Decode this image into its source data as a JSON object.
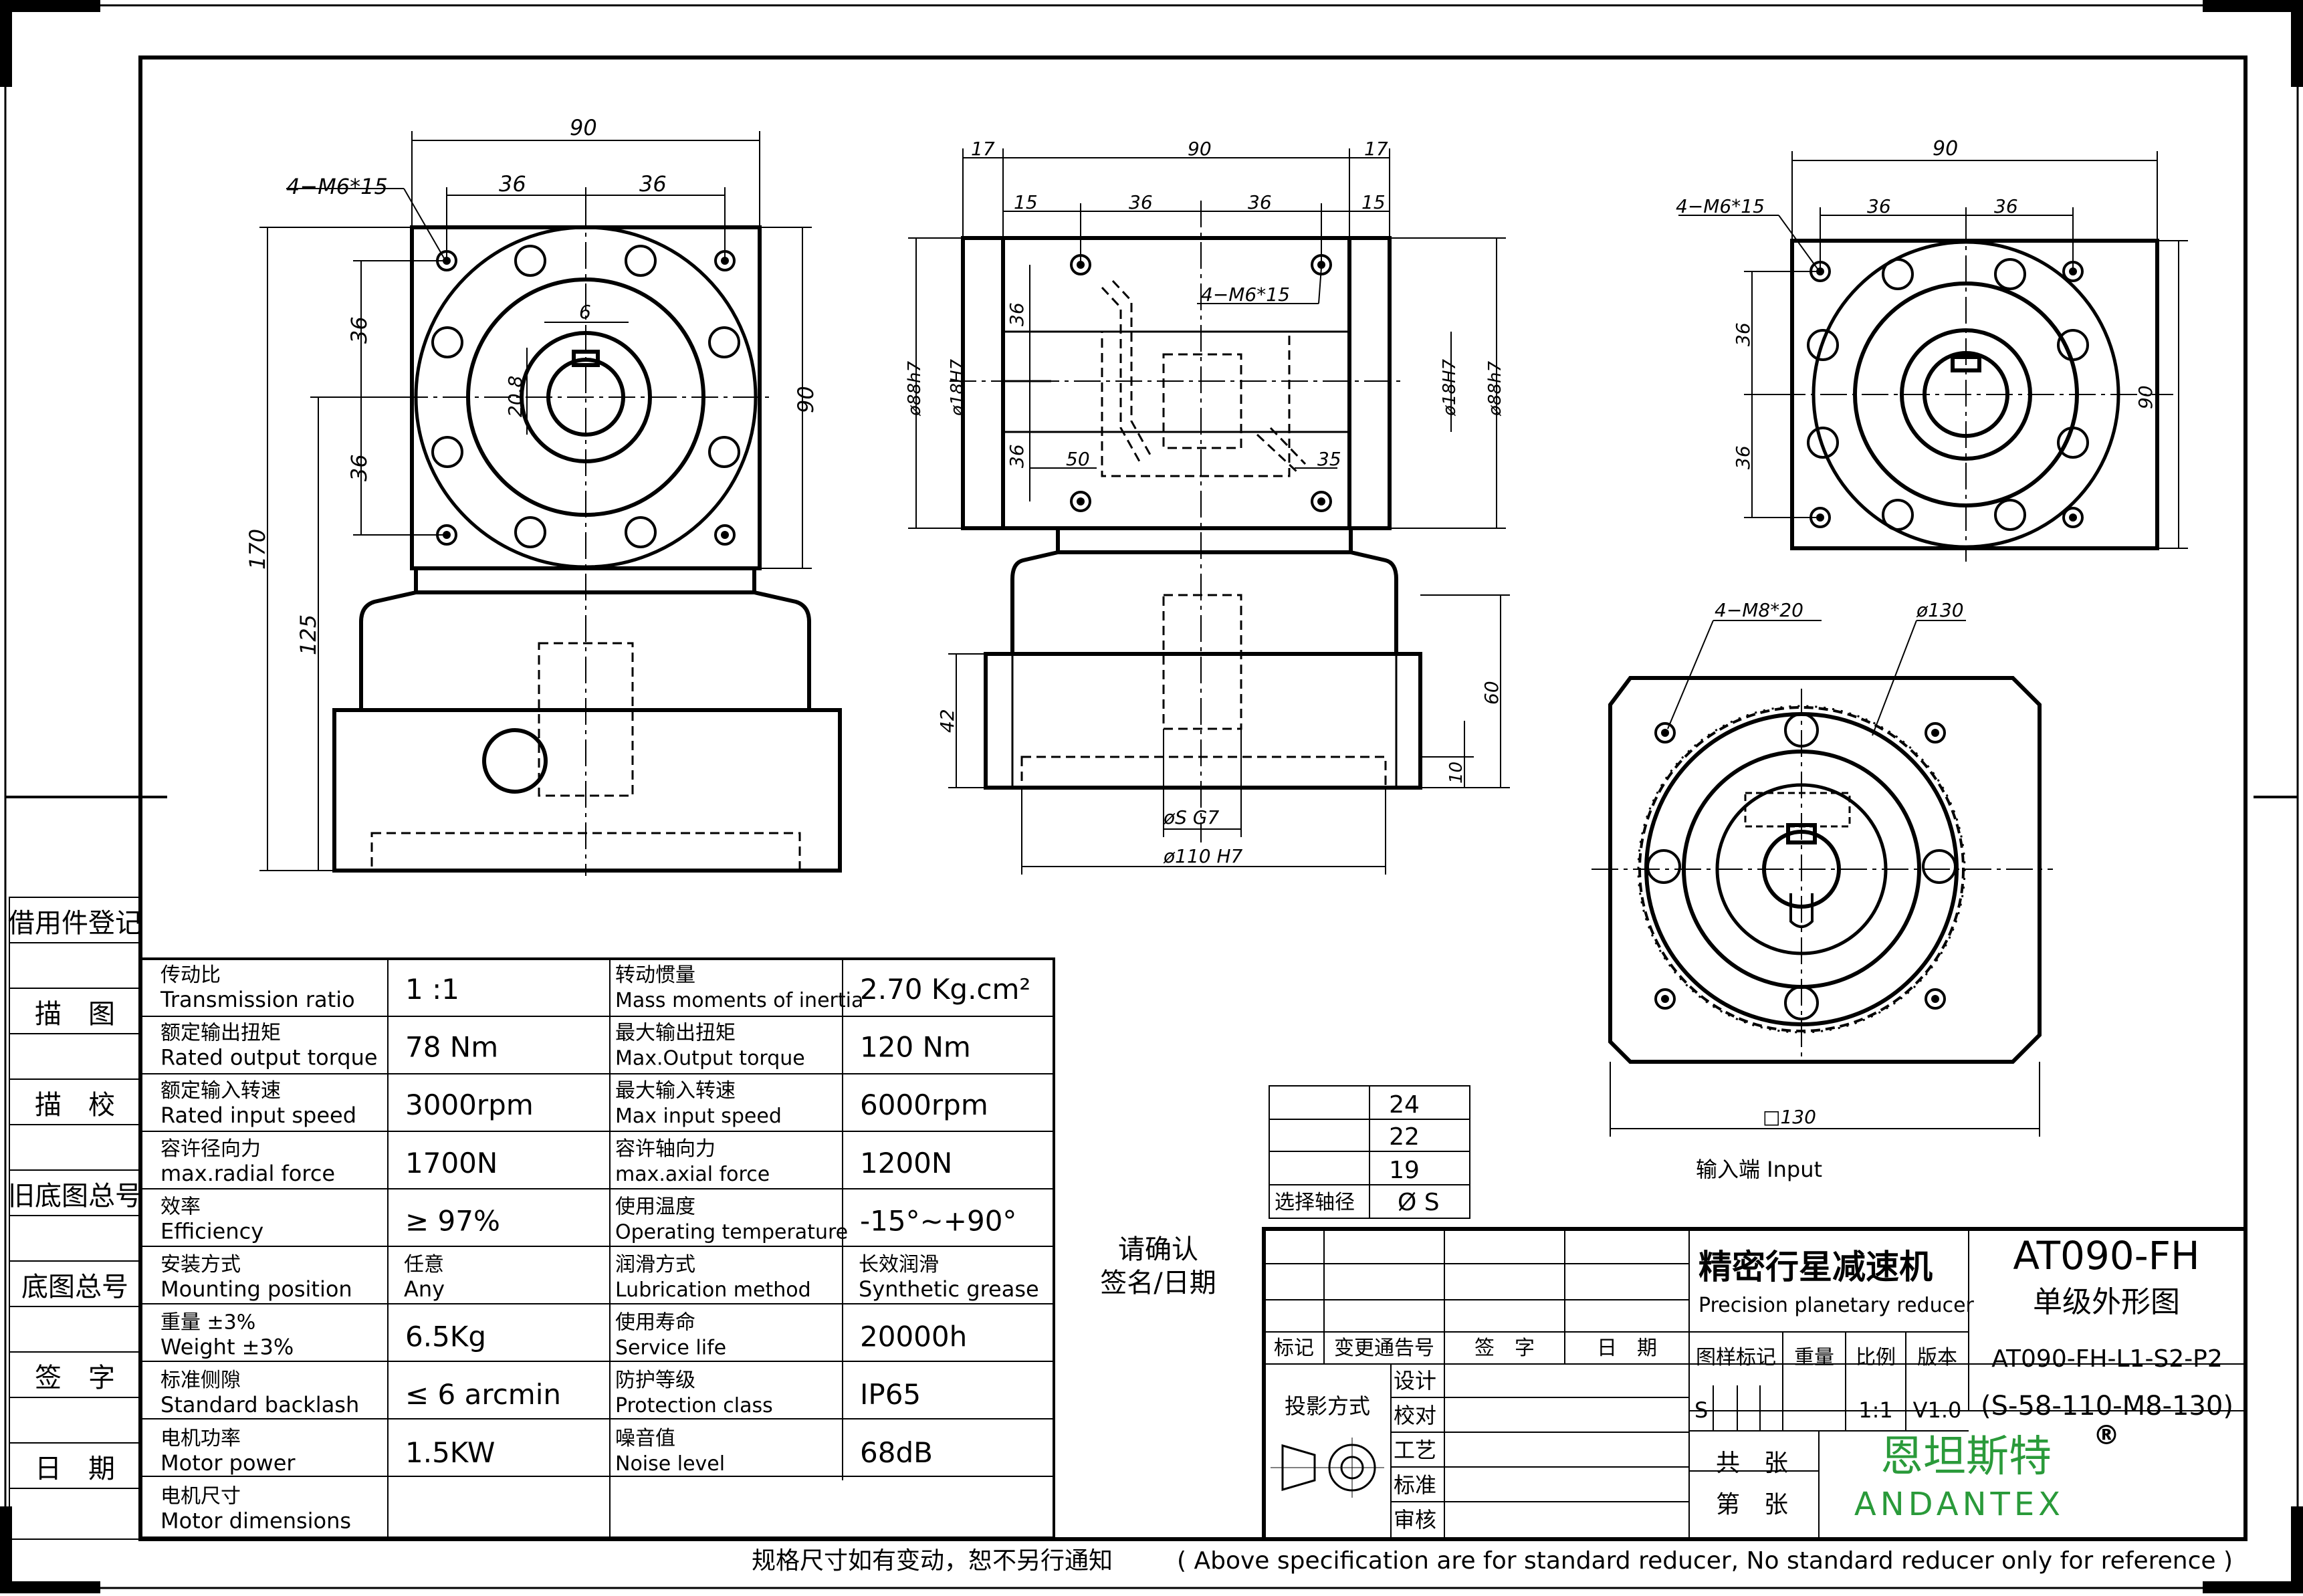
{
  "views": {
    "view1": {
      "d_90": "90",
      "d_36a": "36",
      "d_36b": "36",
      "d_4m6": "4−M6*15",
      "d_6": "6",
      "d_208": "20.8",
      "d_36c": "36",
      "d_36d": "36",
      "d_90r": "90",
      "d_170": "170",
      "d_125": "125"
    },
    "view2": {
      "d_17a": "17",
      "d_90": "90",
      "d_17b": "17",
      "d_15a": "15",
      "d_36a": "36",
      "d_36b": "36",
      "d_15b": "15",
      "d_4m6": "4−M6*15",
      "d_36c": "36",
      "d_36d": "36",
      "d_88a": "ø88h7",
      "d_18a": "ø18H7",
      "d_18b": "ø18H7",
      "d_88b": "ø88h7",
      "d_50": "50",
      "d_35": "35",
      "d_42": "42",
      "d_60": "60",
      "d_10": "10",
      "d_s": "øS  G7",
      "d_110": "ø110 H7"
    },
    "view3": {
      "d_90": "90",
      "d_4m6": "4−M6*15",
      "d_36a": "36",
      "d_36b": "36",
      "d_36c": "36",
      "d_36d": "36",
      "d_90r": "90"
    },
    "view4": {
      "d_4m8": "4−M8*20",
      "d_130": "ø130",
      "d_sq": "□130"
    }
  },
  "input_label": "输入端  Input",
  "shaft_table": {
    "rows": [
      "24",
      "22",
      "19"
    ],
    "label": "选择轴径",
    "value": "Ø S"
  },
  "left_panel": [
    "借用件登记",
    "描　图",
    "描　校",
    "旧底图总号",
    "底图总号",
    "签　字",
    "日　期"
  ],
  "specs": [
    {
      "l_cn": "传动比",
      "l_en": "Transmission ratio",
      "v1": "1 :1",
      "r_cn": "转动惯量",
      "r_en": "Mass moments of inertia",
      "v2": "2.70 Kg.cm²"
    },
    {
      "l_cn": "额定输出扭矩",
      "l_en": "Rated output torque",
      "v1": "78 Nm",
      "r_cn": "最大输出扭矩",
      "r_en": "Max.Output torque",
      "v2": "120 Nm"
    },
    {
      "l_cn": "额定输入转速",
      "l_en": "Rated input speed",
      "v1": "3000rpm",
      "r_cn": "最大输入转速",
      "r_en": "Max input speed",
      "v2": "6000rpm"
    },
    {
      "l_cn": "容许径向力",
      "l_en": "max.radial force",
      "v1": "1700N",
      "r_cn": "容许轴向力",
      "r_en": "max.axial  force",
      "v2": "1200N"
    },
    {
      "l_cn": "效率",
      "l_en": "Efficiency",
      "v1": "≥ 97%",
      "r_cn": "使用温度",
      "r_en": "Operating temperature",
      "v2": "-15°~+90°"
    },
    {
      "l_cn": "安装方式",
      "l_en": "Mounting position",
      "v1": "",
      "v1_cn": "任意",
      "v1_en": "Any",
      "r_cn": "润滑方式",
      "r_en": "Lubrication method",
      "v2": "",
      "v2_cn": "长效润滑",
      "v2_en": "Synthetic grease"
    },
    {
      "l_cn": "重量 ±3%",
      "l_en": "Weight ±3%",
      "v1": "6.5Kg",
      "r_cn": "使用寿命",
      "r_en": "Service life",
      "v2": "20000h"
    },
    {
      "l_cn": "标准侧隙",
      "l_en": "Standard backlash",
      "v1": "≤ 6 arcmin",
      "r_cn": "防护等级",
      "r_en": "Protection class",
      "v2": "IP65"
    },
    {
      "l_cn": "电机功率",
      "l_en": "Motor power",
      "v1": "1.5KW",
      "r_cn": "噪音值",
      "r_en": "Noise level",
      "v2": "68dB"
    },
    {
      "l_cn": "电机尺寸",
      "l_en": "Motor dimensions",
      "v1": "",
      "r_cn": "",
      "r_en": "",
      "v2": ""
    }
  ],
  "confirm": {
    "l1": "请确认",
    "l2": "签名/日期"
  },
  "title_block": {
    "name_cn": "精密行星减速机",
    "name_en": "Precision planetary reducer",
    "model": "AT090-FH",
    "model_sub": "单级外形图",
    "rev_headers": [
      "标记",
      "变更通告号",
      "签　字",
      "日　期"
    ],
    "hdr_cols": [
      "图样标记",
      "重量",
      "比例",
      "版本"
    ],
    "drawing_no": "AT090-FH-L1-S2-P2",
    "spec_code": "(S-58-110-M8-130)",
    "mark": "S",
    "scale": "1:1",
    "version": "V1.0",
    "proj": "投影方式",
    "roles": [
      "设计",
      "校对",
      "工艺",
      "标准",
      "审核"
    ],
    "sheets_total": "共　张",
    "sheet_no": "第　张",
    "brand_cn": "恩坦斯特",
    "brand_en": "ANDANTEX",
    "reg": "®"
  },
  "footer": {
    "cn": "规格尺寸如有变动，恕不另行通知",
    "en": "( Above specification are for standard reducer, No standard reducer only for reference )"
  }
}
